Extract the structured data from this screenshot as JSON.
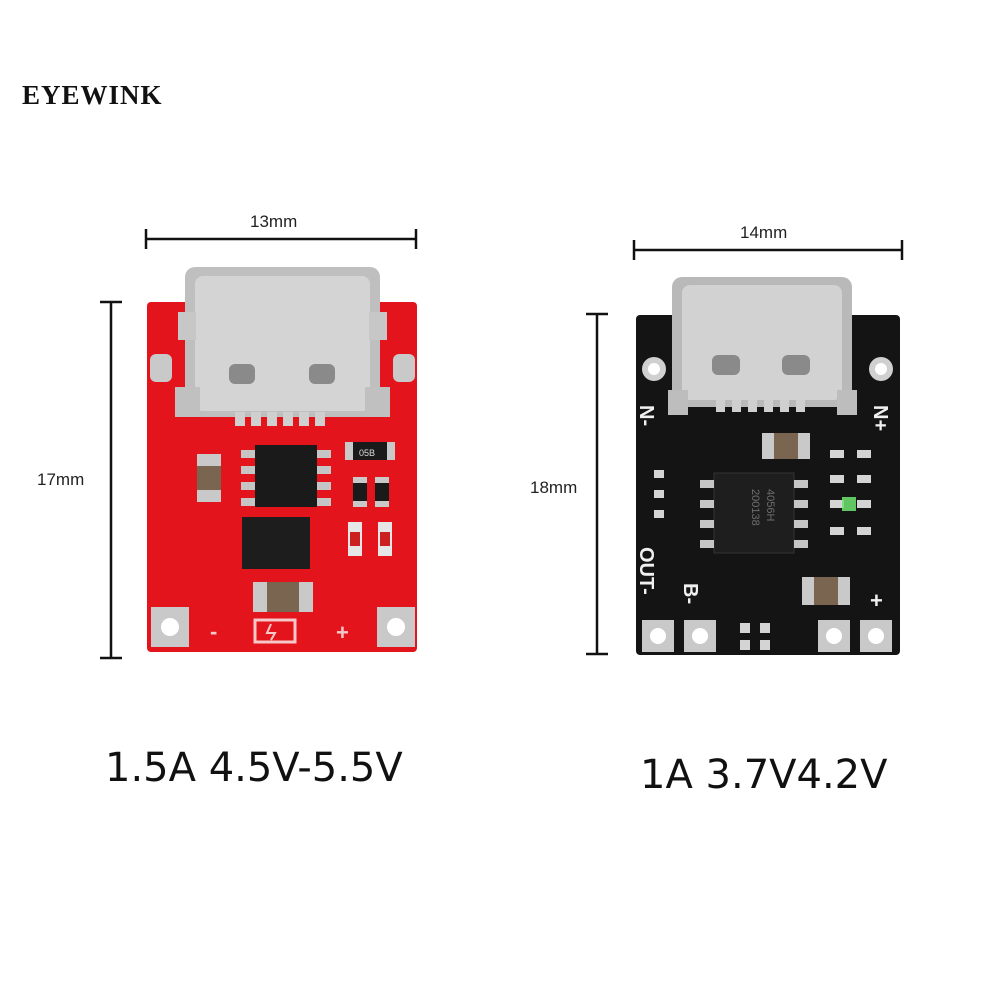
{
  "brand": "EYEWINK",
  "left_module": {
    "width_label": "13mm",
    "height_label": "17mm",
    "caption": "1.5A 4.5V-5.5V",
    "pcb_color": "#e3141b",
    "silk": {
      "minus": "-",
      "plus": "+",
      "resistor": "05B"
    }
  },
  "right_module": {
    "width_label": "14mm",
    "height_label": "18mm",
    "caption": "1A 3.7V4.2V",
    "pcb_color": "#111111",
    "silk": {
      "n_minus": "N-",
      "n_plus": "N+",
      "out_minus": "OUT-",
      "b_minus": "B-",
      "plus": "+",
      "chip": "4056H",
      "chip_code": "200138"
    }
  }
}
